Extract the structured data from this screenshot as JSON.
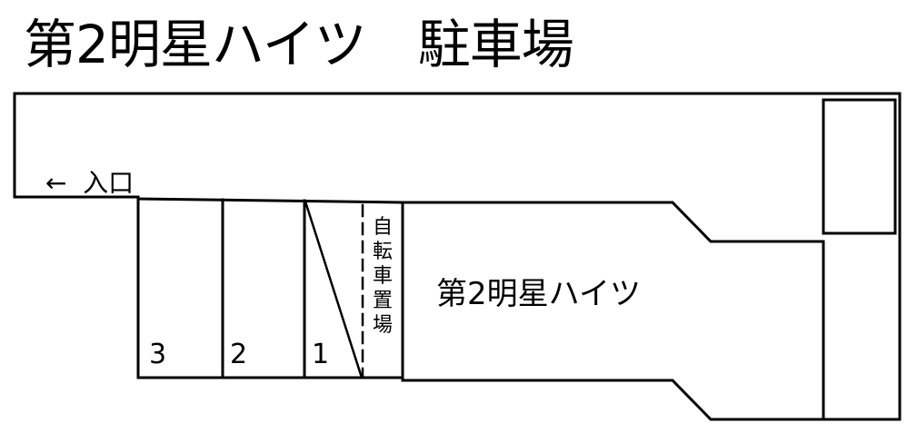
{
  "title": "第2明星ハイツ　駐車場",
  "entrance": {
    "icon": "left-arrow-icon",
    "arrow": "←",
    "label": "入口",
    "text": "←  入口"
  },
  "parking_slots": [
    {
      "number": "3"
    },
    {
      "number": "2"
    },
    {
      "number": "1"
    }
  ],
  "bicycle_parking": {
    "label": "自転車置場"
  },
  "building": {
    "label": "第2明星ハイツ"
  },
  "colors": {
    "line": "#000000",
    "background": "#ffffff"
  }
}
